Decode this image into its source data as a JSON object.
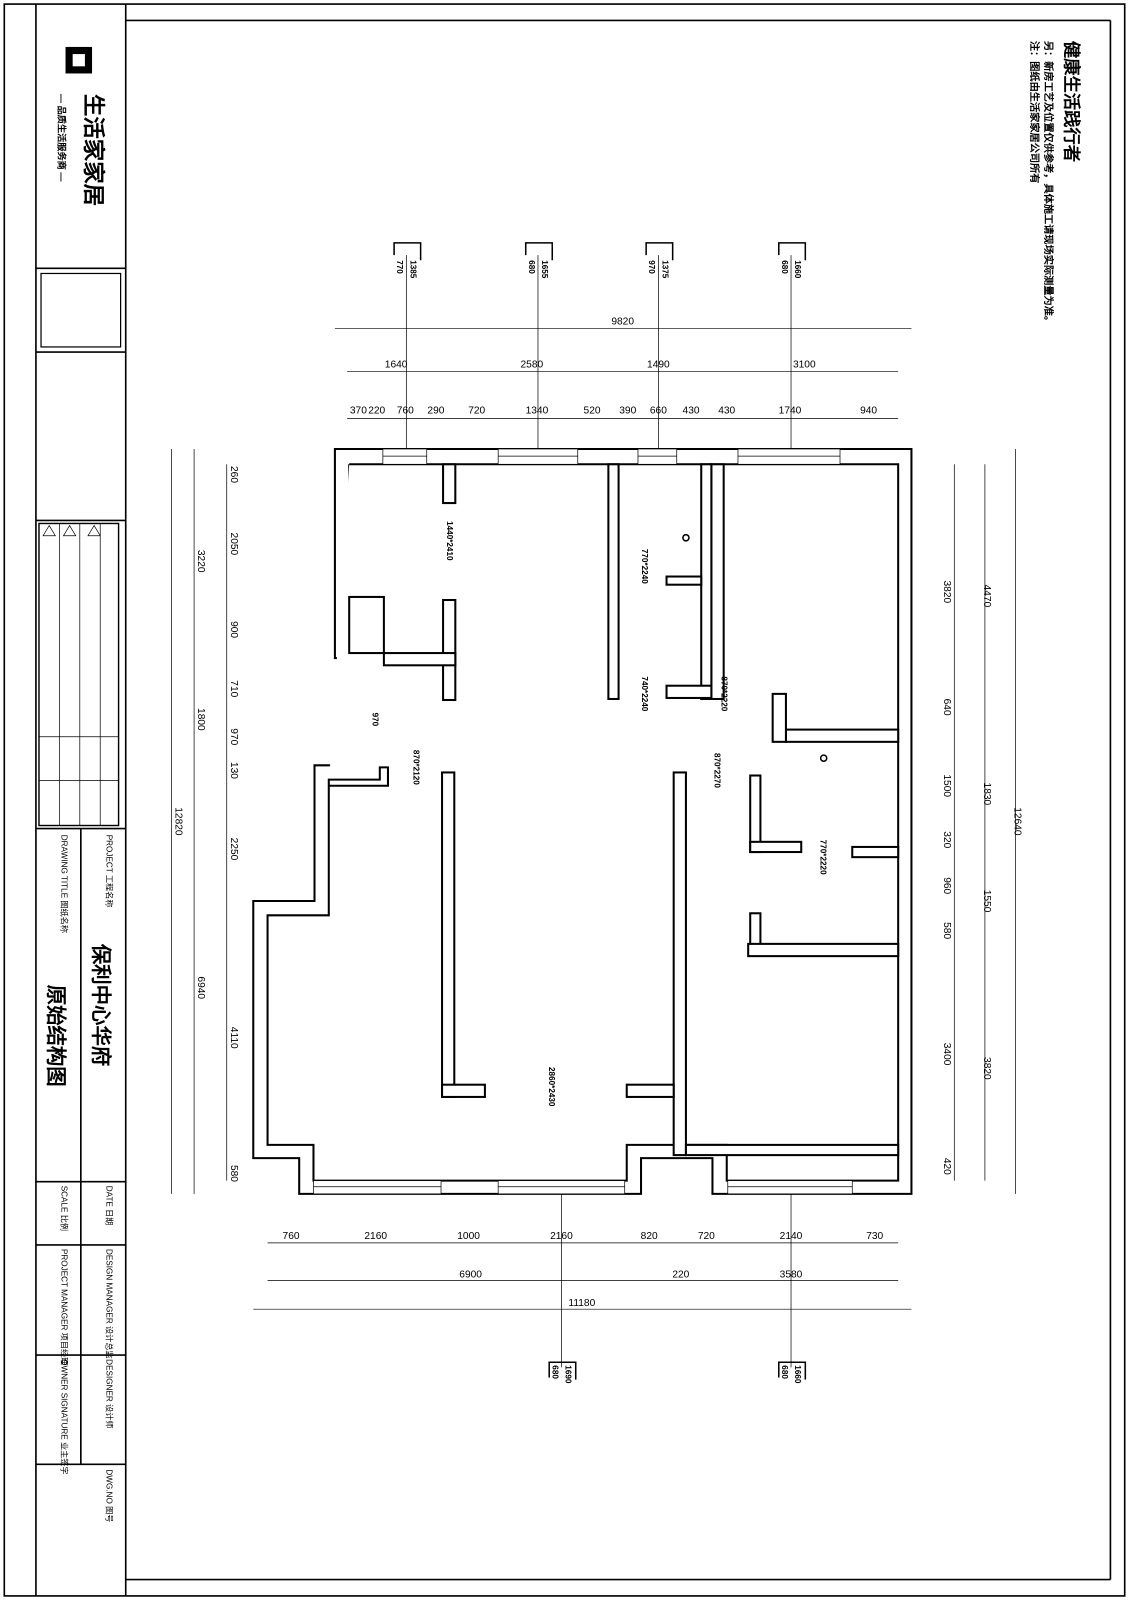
{
  "title_block": {
    "company": "生活家家居",
    "company_slogan": "— 品质生活服务商 —",
    "project_label": "PROJECT 工程名称",
    "project_name": "保利中心华府",
    "drawing_title_label": "DRAWING TITLE 图纸名称",
    "drawing_title": "原始结构图",
    "date_label": "DATE 日期",
    "scale_label": "SCALE 比例",
    "design_manager_label": "DESIGN MANAGER 设计总监",
    "project_manager_label": "PROJECT MANAGER 项目经理",
    "designer_label": "DESIGNER 设计师",
    "owner_signature_label": "OWNER SIGNATURE 业主签字",
    "dwg_no_label": "DWG.NO 图号"
  },
  "slogan": {
    "title": "健康生活践行者",
    "note1": "另：新房工艺及位置仅供参考，具体施工请现场实际测量为准。",
    "note2": "注：图纸由生活家家居公司所有"
  },
  "dims_top": {
    "total": "9820",
    "mid": [
      "1640",
      "2580",
      "1490",
      "3100"
    ],
    "fine": [
      "370",
      "220",
      "760",
      "290",
      "720",
      "1340",
      "520",
      "390",
      "660",
      "430",
      "430",
      "1740",
      "940"
    ]
  },
  "dims_bottom": {
    "fine": [
      "760",
      "2160",
      "1000",
      "2160",
      "820",
      "720",
      "2140",
      "730"
    ],
    "mid": [
      "6900",
      "220",
      "3580"
    ],
    "total": "11180"
  },
  "dims_left": {
    "total": "12820",
    "mid": [
      "3220",
      "1800",
      "6940"
    ],
    "fine": [
      "260",
      "2050",
      "900",
      "710",
      "970",
      "130",
      "2250",
      "4110",
      "580"
    ]
  },
  "dims_right": {
    "total": "12640",
    "mid": [
      "4470",
      "1830",
      "1550",
      "3820"
    ],
    "fine": [
      "3820",
      "640",
      "1500",
      "320",
      "960",
      "580",
      "3400",
      "420"
    ]
  },
  "section_markers": {
    "top": [
      [
        "1385",
        "770"
      ],
      [
        "1655",
        "680"
      ],
      [
        "1375",
        "970"
      ],
      [
        "1660",
        "680"
      ]
    ],
    "bottom": [
      [
        "1690",
        "680"
      ],
      [
        "1660",
        "680"
      ]
    ]
  },
  "openings": [
    "1440*2410",
    "770*2240",
    "740*2240",
    "970",
    "870*2220",
    "870*2120",
    "870*2270",
    "770*2220",
    "2860*2430"
  ]
}
